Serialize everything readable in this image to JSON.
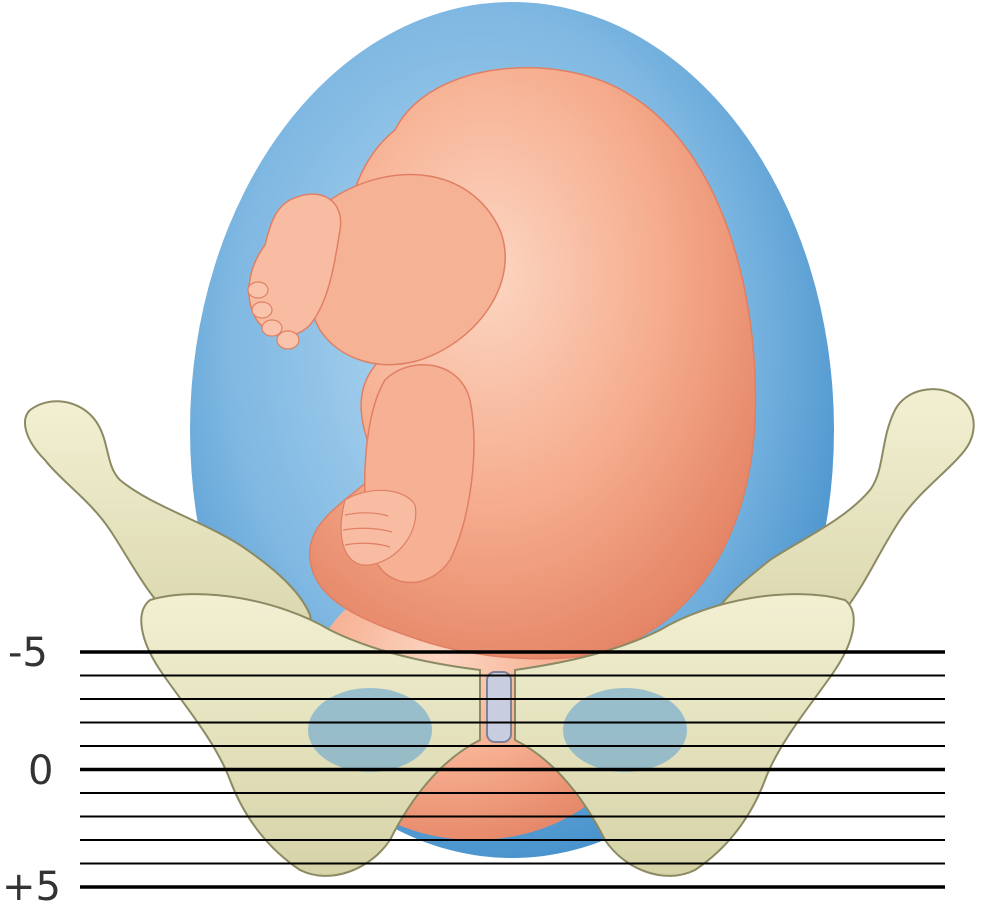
{
  "diagram": {
    "subject": "fetal-station-diagram",
    "elements": [
      "amniotic-sac",
      "fetus",
      "pelvis",
      "ischial-spine-level",
      "station-lines"
    ],
    "colors": {
      "background": "#ffffff",
      "amniotic_fluid": "#5a9fd4",
      "amniotic_fluid_light": "#a9d0ee",
      "fetus_skin": "#f4a98a",
      "fetus_shadow": "#e07f63",
      "fetus_highlight": "#fbd3c0",
      "bone": "#e8e6c4",
      "bone_shadow": "#b8b58a",
      "bone_outline": "#8c8a63",
      "symphysis": "#c9cde0",
      "station_line": "#000000"
    }
  },
  "stations": [
    {
      "label": "-5",
      "value": -5
    },
    {
      "label": "",
      "value": -4
    },
    {
      "label": "",
      "value": -3
    },
    {
      "label": "",
      "value": -2
    },
    {
      "label": "",
      "value": -1
    },
    {
      "label": "0",
      "value": 0
    },
    {
      "label": "",
      "value": 1
    },
    {
      "label": "",
      "value": 2
    },
    {
      "label": "",
      "value": 3
    },
    {
      "label": "",
      "value": 4
    },
    {
      "label": "+5",
      "value": 5
    }
  ]
}
